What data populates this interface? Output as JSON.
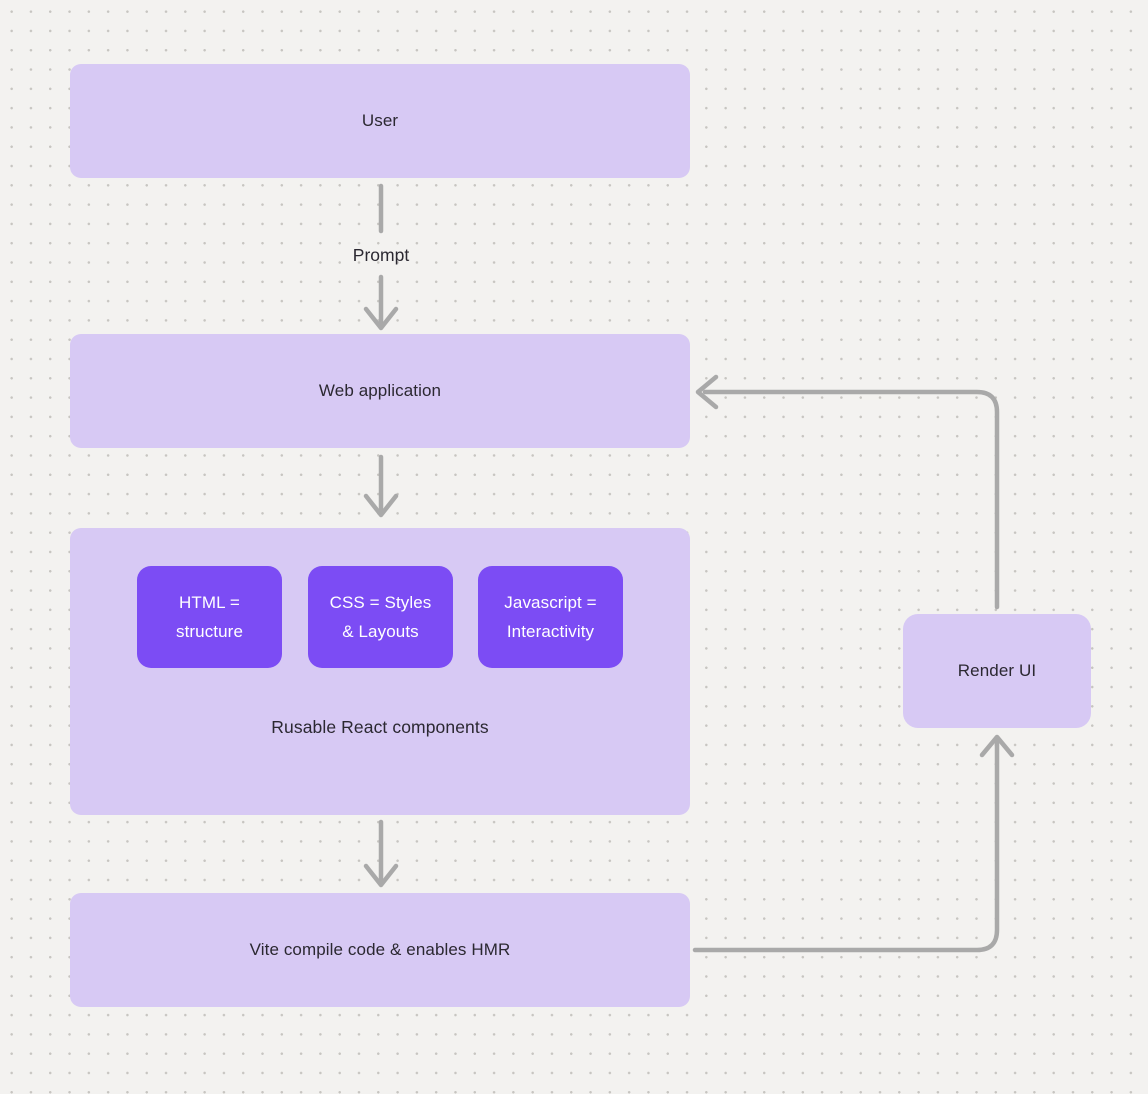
{
  "diagram": {
    "nodes": {
      "user": {
        "label": "User"
      },
      "web_app": {
        "label": "Web application"
      },
      "html": {
        "label": "HTML =\nstructure"
      },
      "css": {
        "label": "CSS = Styles\n& Layouts"
      },
      "js": {
        "label": "Javascript =\nInteractivity"
      },
      "components_caption": {
        "label": "Rusable React components"
      },
      "vite": {
        "label": "Vite compile code & enables HMR"
      },
      "render_ui": {
        "label": "Render UI"
      }
    },
    "edges": {
      "prompt": {
        "label": "Prompt"
      }
    },
    "colors": {
      "background": "#f3f2f0",
      "dot_grid": "#c7c5c1",
      "node_fill_light": "#d7c9f4",
      "node_fill_dark": "#7c4cf4",
      "text_dark": "#2b2831",
      "text_light": "#ffffff",
      "connector": "#a9a9a9"
    }
  }
}
